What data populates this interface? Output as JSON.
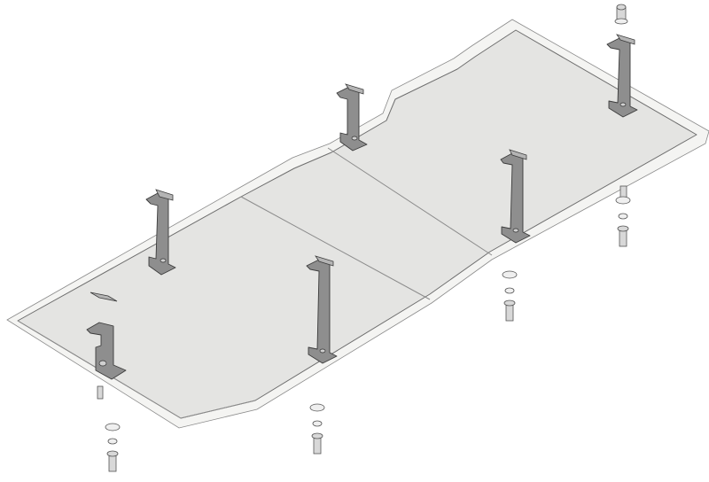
{
  "drawing": {
    "subject": "skid-plate-assembly",
    "colors": {
      "plate": "#e4e4e2",
      "rim": "#f4f4f2",
      "bracket": "#8e8e8e",
      "outline": "#3c3c3c",
      "fastener": "#d8d8d8"
    },
    "bracket_count": 6,
    "fastener_set_count": 5
  }
}
